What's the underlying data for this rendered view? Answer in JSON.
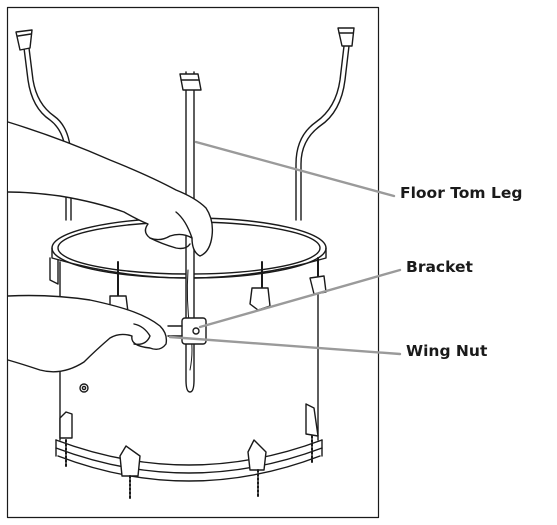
{
  "callouts": {
    "floor_tom_leg": "Floor Tom Leg",
    "bracket": "Bracket",
    "wing_nut": "Wing Nut"
  },
  "colors": {
    "line_art": "#1a1a1a",
    "leader_line": "#9a9a9a",
    "frame": "#1a1a1a",
    "background": "#ffffff"
  },
  "icons": {
    "drum": "floor-tom-drum-illustration",
    "hands": "hands-illustration"
  }
}
